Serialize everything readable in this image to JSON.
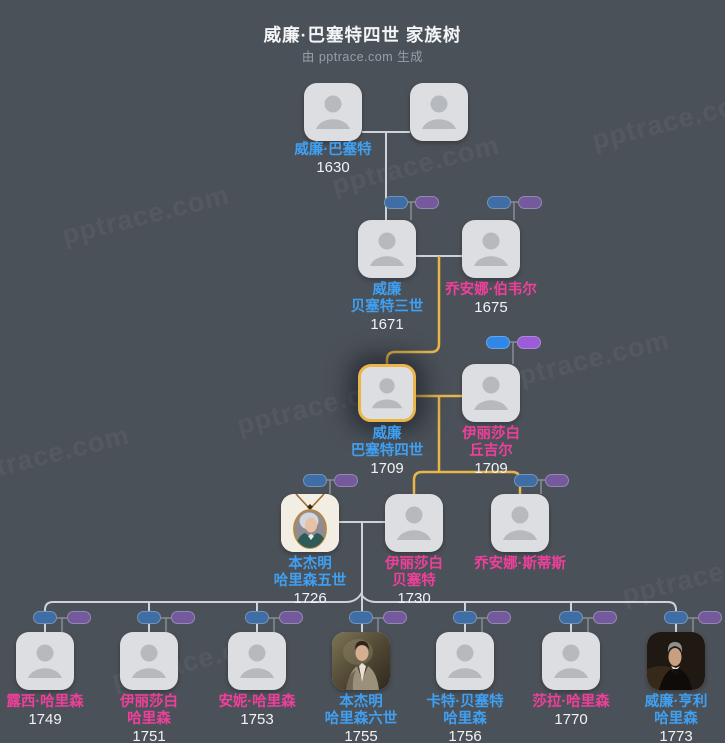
{
  "header": {
    "title": "威廉·巴塞特四世 家族树",
    "subtitle": "由 pptrace.com 生成"
  },
  "watermark_text": "pptrace.com",
  "colors": {
    "background": "#4b5158",
    "card_background": "#dcdee1",
    "avatar_silhouette": "#b6b9be",
    "male_name": "#3fa0f2",
    "female_name": "#ef3f9b",
    "year_text": "#f2f3f5",
    "highlight_border": "#eab648",
    "ancestor_path_line": "#e9b64a",
    "tree_line": "#ced3d9",
    "father_chip": "#3f6da5",
    "mother_chip": "#745a9d",
    "father_chip_bright": "#2f87e8",
    "mother_chip_bright": "#9c5bd7"
  },
  "people": {
    "g1_father": {
      "name1": "威廉·巴塞特",
      "name2": "",
      "year": "1630"
    },
    "g2_father": {
      "name1": "威廉",
      "name2": "贝塞特三世",
      "year": "1671"
    },
    "g2_mother": {
      "name1": "乔安娜·伯韦尔",
      "name2": "",
      "year": "1675"
    },
    "g3_self": {
      "name1": "威廉",
      "name2": "巴塞特四世",
      "year": "1709"
    },
    "g3_spouse": {
      "name1": "伊丽莎白",
      "name2": "丘吉尔",
      "year": "1709"
    },
    "g4_harrison": {
      "name1": "本杰明",
      "name2": "哈里森五世",
      "year": "1726"
    },
    "g4_bassett": {
      "name1": "伊丽莎白",
      "name2": "贝塞特",
      "year": "1730"
    },
    "g4_stith": {
      "name1": "乔安娜·斯蒂斯",
      "name2": "",
      "year": ""
    },
    "c1": {
      "name1": "露西·哈里森",
      "name2": "",
      "year": "1749"
    },
    "c2": {
      "name1": "伊丽莎白",
      "name2": "哈里森",
      "year": "1751"
    },
    "c3": {
      "name1": "安妮·哈里森",
      "name2": "",
      "year": "1753"
    },
    "c4": {
      "name1": "本杰明",
      "name2": "哈里森六世",
      "year": "1755"
    },
    "c5": {
      "name1": "卡特·贝塞特",
      "name2": "哈里森",
      "year": "1756"
    },
    "c6": {
      "name1": "莎拉·哈里森",
      "name2": "",
      "year": "1770"
    },
    "c7": {
      "name1": "威廉·亨利",
      "name2": "哈里森",
      "year": "1773"
    }
  }
}
